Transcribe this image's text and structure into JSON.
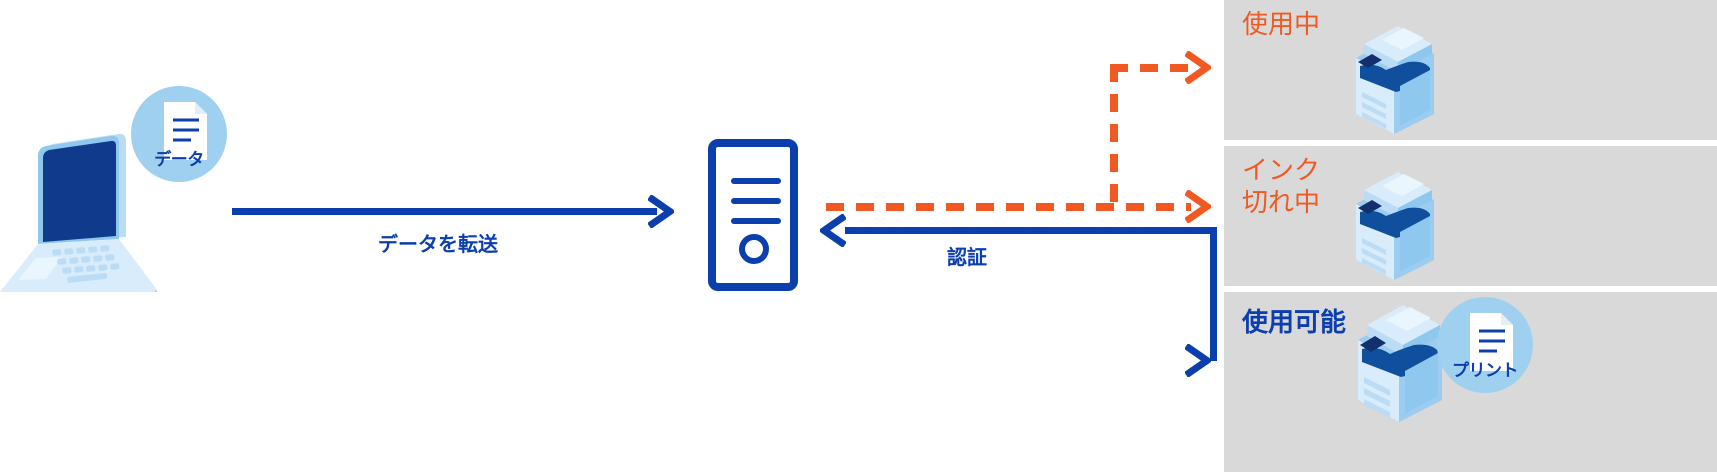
{
  "diagram": {
    "title": "Printing workflow diagram",
    "colors": {
      "blue": "#0b3fae",
      "orange": "#f05a22",
      "card_bg": "#d9d9d9",
      "icon_light": "#bcdcf5",
      "icon_pale": "#d8ecfb",
      "icon_dark": "#0b3fae"
    }
  },
  "nodes": {
    "laptop": {
      "name": "laptop",
      "bubble_label": "データ"
    },
    "server": {
      "name": "server"
    },
    "printers": [
      {
        "status": "使用中",
        "status_color": "#f05a22",
        "bubble_label": ""
      },
      {
        "status": "インク\n切れ中",
        "status_color": "#f05a22",
        "bubble_label": ""
      },
      {
        "status": "使用可能",
        "status_color": "#0b3fae",
        "bubble_label": "プリント"
      }
    ]
  },
  "edges": {
    "laptop_to_server": {
      "label": "データを転送",
      "style": "solid",
      "color": "#0b3fae"
    },
    "printers_to_server": {
      "label": "認証",
      "style": "solid",
      "color": "#0b3fae"
    },
    "status_to_server": {
      "label": "",
      "style": "dashed",
      "color": "#f05a22"
    },
    "server_to_printer": {
      "label": "",
      "style": "solid",
      "color": "#0b3fae"
    }
  }
}
